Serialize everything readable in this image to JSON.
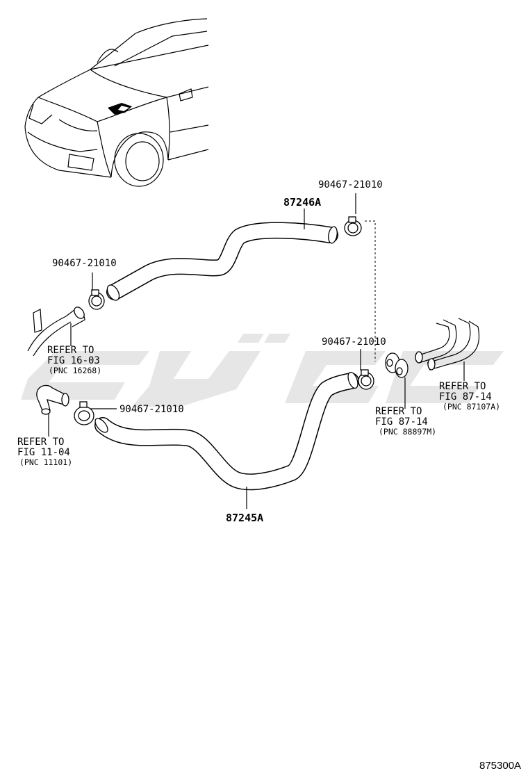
{
  "parts": {
    "upper_hose": "87246A",
    "lower_hose": "87245A",
    "clamp_upper_right": "90467-21010",
    "clamp_upper_left": "90467-21010",
    "clamp_mid_right": "90467-21010",
    "clamp_lower_left": "90467-21010"
  },
  "references": {
    "ref_16_03": {
      "line1": "REFER TO",
      "line2": "FIG 16-03",
      "line3": "(PNC 16268)"
    },
    "ref_11_04": {
      "line1": "REFER TO",
      "line2": "FIG 11-04",
      "line3": "(PNC 11101)"
    },
    "ref_87_14_mid": {
      "line1": "REFER TO",
      "line2": "FIG 87-14",
      "line3": "(PNC 88897M)"
    },
    "ref_87_14_right": {
      "line1": "REFER TO",
      "line2": "FIG 87-14",
      "line3": "(PNC 87107A)"
    }
  },
  "diagram_id": "875300A"
}
